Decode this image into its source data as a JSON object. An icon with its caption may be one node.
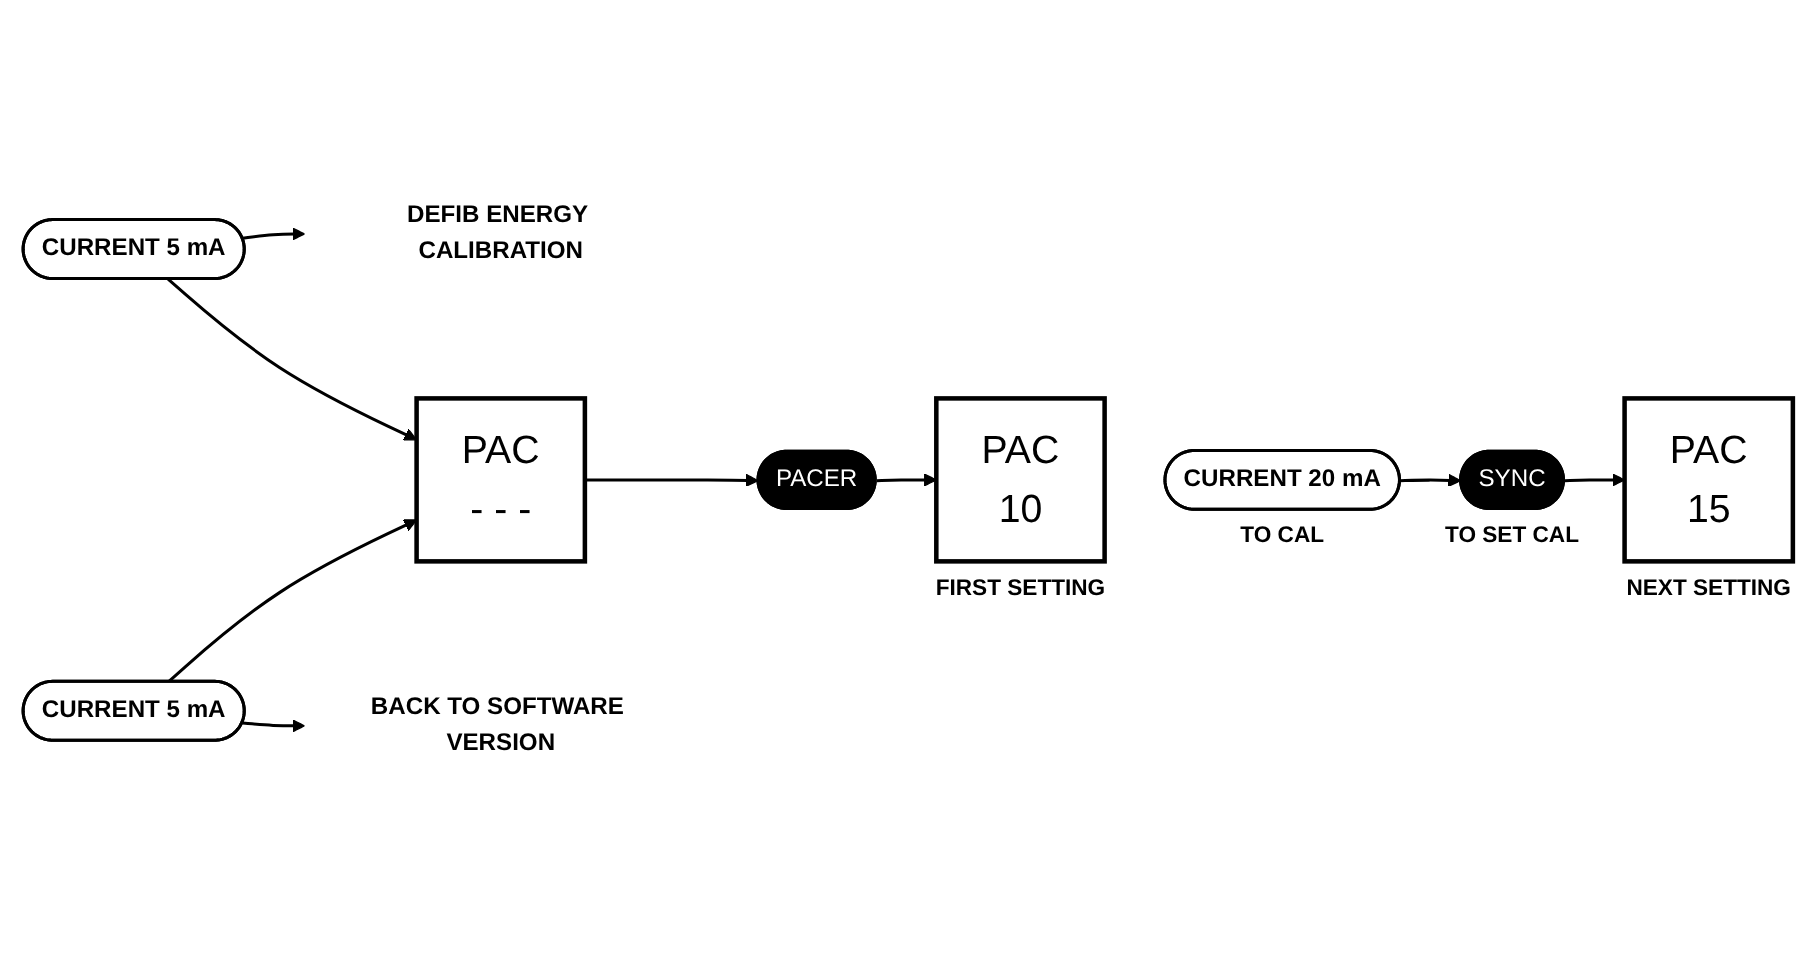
{
  "diagram": {
    "nodes": [
      {
        "text": [
          "DEFIB ENERGY CALIBRATION"
        ]
      },
      {
        "text": [
          "CURRENT 5 mA"
        ]
      },
      {
        "text": [
          "PAC",
          "- - -"
        ]
      },
      {
        "text": [
          "PACER"
        ]
      },
      {
        "text": [
          "PAC",
          "10"
        ],
        "beside": [
          "FIRST SETTING"
        ]
      },
      {
        "text": [
          "CURRENT 20 mA"
        ],
        "beside": [
          "TO CAL"
        ]
      },
      {
        "text": [
          "SYNC"
        ],
        "beside": [
          "TO SET CAL"
        ]
      },
      {
        "text": [
          "PAC",
          "15"
        ],
        "beside": [
          "NEXT SETTING"
        ]
      },
      {
        "text": [
          "CURRENT 5 mA"
        ]
      },
      {
        "text": [
          "BACK TO SOFTWARE VERSION"
        ]
      }
    ],
    "edges": [
      {
        "from": 1,
        "to": 0,
        "arrow": "to"
      },
      {
        "from": 1,
        "to": 2,
        "arrow": "to"
      },
      {
        "from": 8,
        "to": 2,
        "arrow": "to"
      },
      {
        "from": 8,
        "to": 9,
        "arrow": "to"
      },
      {
        "from": 2,
        "to": 3,
        "arrow": "to"
      },
      {
        "from": 3,
        "to": 4,
        "arrow": "to"
      },
      {
        "from": 5,
        "to": 6,
        "arrow": "to"
      },
      {
        "from": 6,
        "to": 7,
        "arrow": "to"
      }
    ]
  }
}
